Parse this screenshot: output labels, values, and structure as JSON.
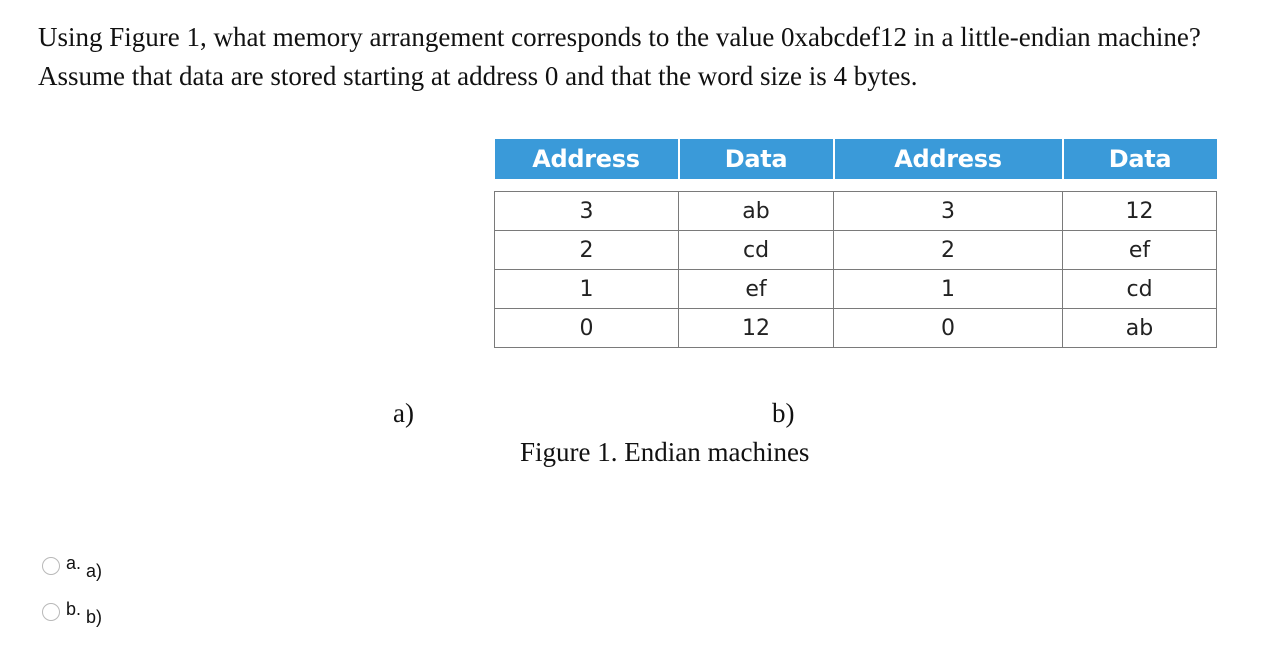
{
  "question": {
    "line1": "Using Figure 1, what memory arrangement corresponds to the value 0xabcdef12 in a  little-endian machine?",
    "line2": "Assume that data are stored starting at address 0 and that the word size is  4 bytes."
  },
  "figure": {
    "headers": [
      "Address",
      "Data",
      "Address",
      "Data"
    ],
    "rows": [
      [
        "3",
        "ab",
        "3",
        "12"
      ],
      [
        "2",
        "cd",
        "2",
        "ef"
      ],
      [
        "1",
        "ef",
        "1",
        "cd"
      ],
      [
        "0",
        "12",
        "0",
        "ab"
      ]
    ],
    "label_a": "a)",
    "label_b": "b)",
    "caption": "Figure 1. Endian machines",
    "header_color": "#3a9ad9"
  },
  "options": [
    {
      "letter": "a.",
      "text": "a)"
    },
    {
      "letter": "b.",
      "text": "b)"
    }
  ]
}
